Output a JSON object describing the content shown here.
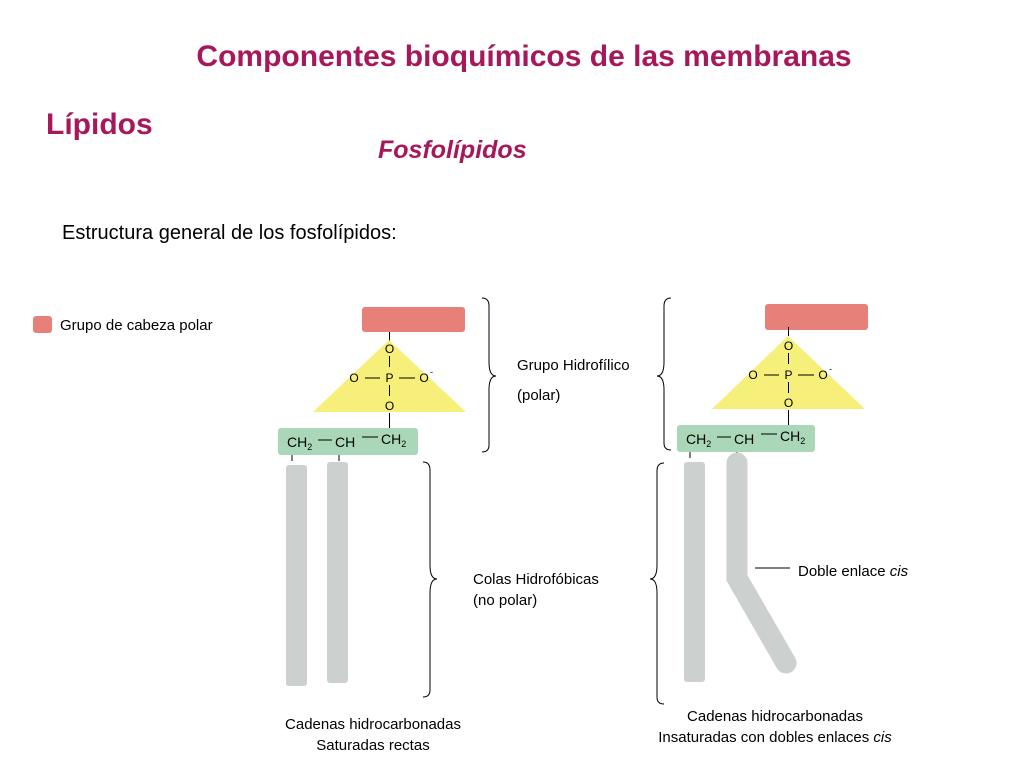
{
  "title": "Componentes bioquímicos de las membranas",
  "section": "Lípidos",
  "subsection": "Fosfolípidos",
  "intro": "Estructura general de los fosfolípidos:",
  "legend": {
    "label": "Grupo de cabeza polar",
    "color": "#e8807a"
  },
  "colors": {
    "title": "#a6185a",
    "head": "#e8807a",
    "phosphate_triangle": "#f6f07a",
    "glycerol": "#a9d7b8",
    "tails": "#ccd0ce"
  },
  "structure": {
    "atom_o": "O",
    "atom_p": "P",
    "minus": "-",
    "ch2": "CH",
    "ch": "CH",
    "subscript_2": "2"
  },
  "labels": {
    "hydrophilic_line1": "Grupo Hidrofílico",
    "hydrophilic_line2": "(polar)",
    "hydrophobic_line1": "Colas Hidrofóbicas",
    "hydrophobic_line2": "(no polar)",
    "double_bond": "Doble enlace ",
    "double_bond_italic": "cis"
  },
  "captions": {
    "saturated_line1": "Cadenas hidrocarbonadas",
    "saturated_line2": "Saturadas rectas",
    "unsaturated_line1": "Cadenas hidrocarbonadas",
    "unsaturated_line2": "Insaturadas con dobles enlaces ",
    "unsaturated_italic": "cis"
  }
}
